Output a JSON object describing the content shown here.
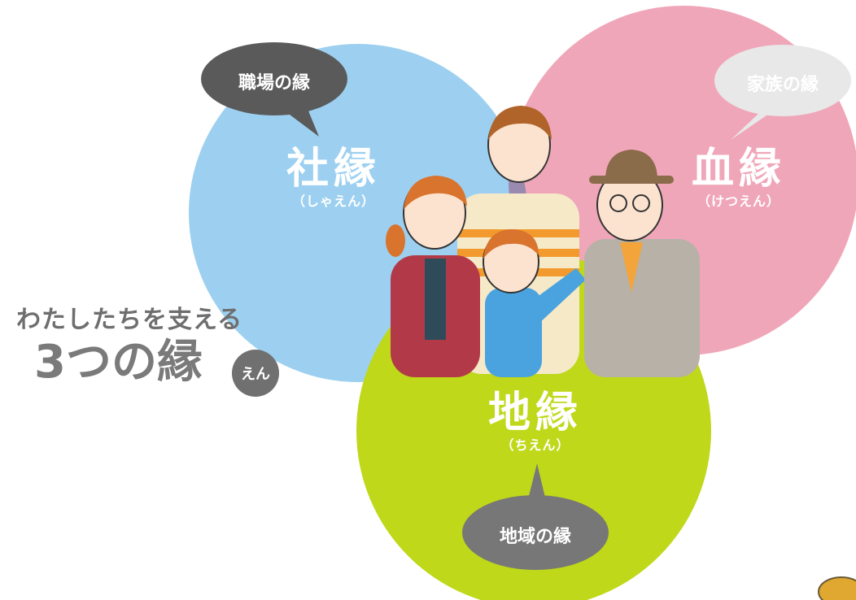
{
  "colors": {
    "blue": "#9dd0f0",
    "pink": "#f0a6b9",
    "green": "#bfd819",
    "overlap_bp": "#9a8ab0",
    "dark_bubble": "#5a5a5a",
    "light_bubble": "#e8e8e8",
    "gray_bubble": "#777777"
  },
  "title": {
    "line1": "わたしたちを支える",
    "line2": "3つの縁",
    "ruby": "えん"
  },
  "circles": {
    "social": {
      "label": "社縁",
      "reading": "（しゃえん）",
      "bubble": "職場の縁"
    },
    "blood": {
      "label": "血縁",
      "reading": "（けつえん）",
      "bubble": "家族の縁"
    },
    "local": {
      "label": "地縁",
      "reading": "（ちえん）",
      "bubble": "地域の縁"
    }
  },
  "illustration": {
    "icon": "family-of-four-illustration"
  }
}
